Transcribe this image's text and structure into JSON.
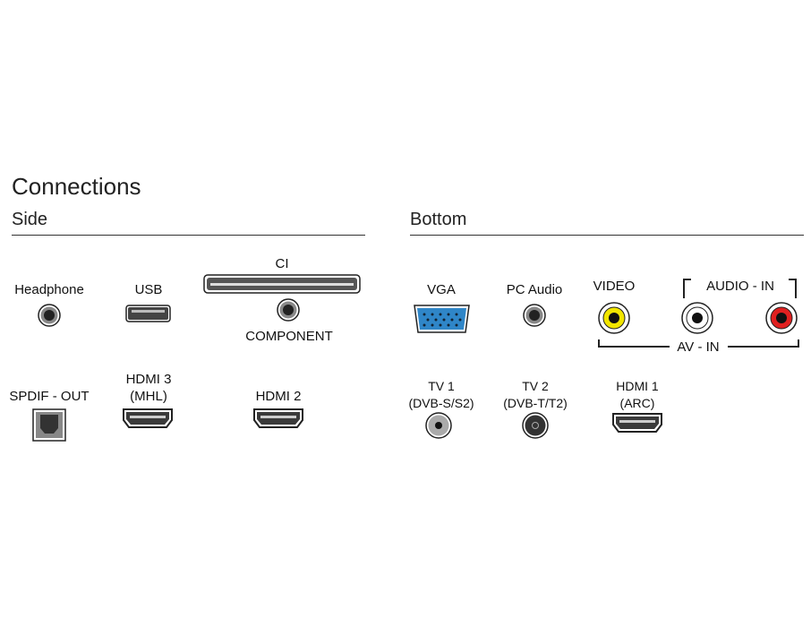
{
  "title": "Connections",
  "side": {
    "heading": "Side",
    "ports": {
      "headphone": "Headphone",
      "usb": "USB",
      "ci": "CI",
      "component": "COMPONENT",
      "spdif_out": "SPDIF - OUT",
      "hdmi3_line1": "HDMI 3",
      "hdmi3_line2": "(MHL)",
      "hdmi2": "HDMI 2"
    }
  },
  "bottom": {
    "heading": "Bottom",
    "ports": {
      "vga": "VGA",
      "pc_audio": "PC Audio",
      "video": "VIDEO",
      "audio_in": "AUDIO - IN",
      "av_in": "AV - IN",
      "tv1_line1": "TV 1",
      "tv1_line2": "(DVB-S/S2)",
      "tv2_line1": "TV 2",
      "tv2_line2": "(DVB-T/T2)",
      "hdmi1_line1": "HDMI 1",
      "hdmi1_line2": "(ARC)"
    }
  },
  "colors": {
    "vga": "#2f86c8",
    "video": "#f2e600",
    "audio_left": "#ffffff",
    "audio_right": "#e02020"
  }
}
